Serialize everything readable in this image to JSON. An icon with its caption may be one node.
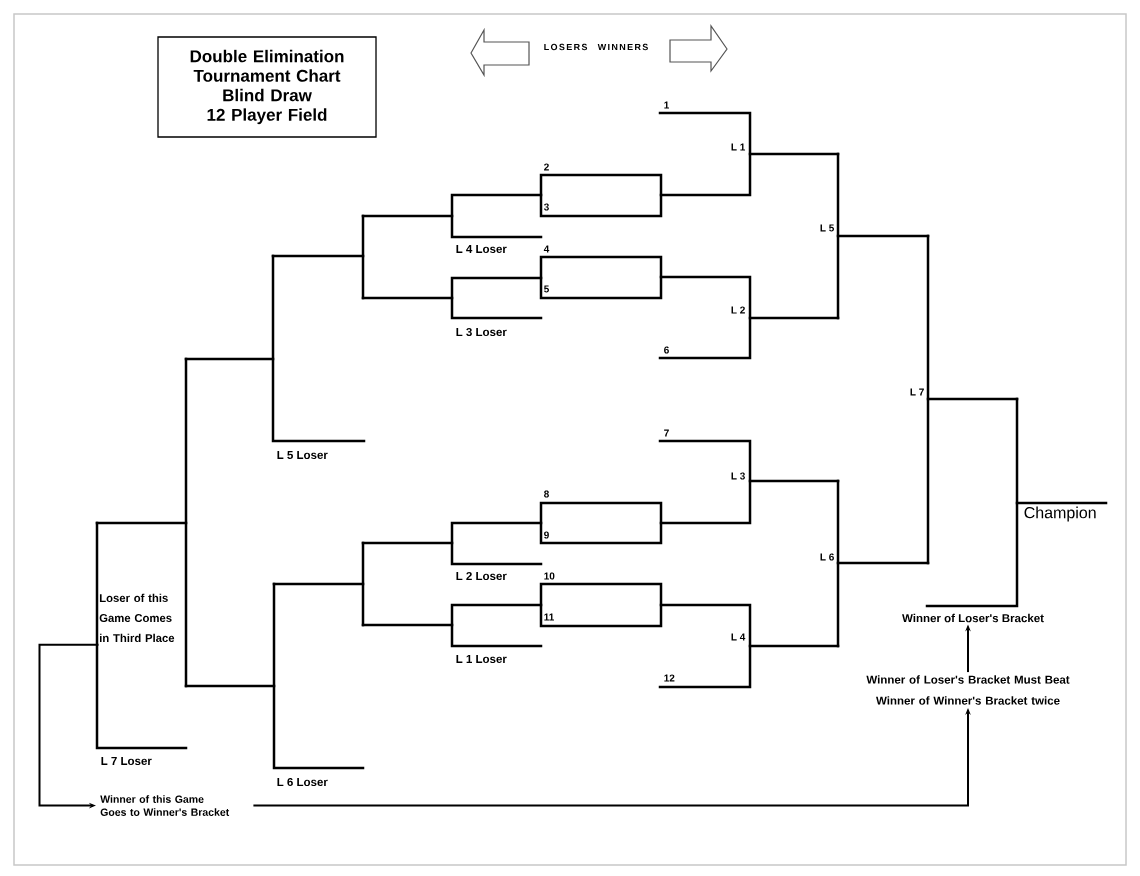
{
  "diagram": {
    "nodes": [
      {
        "text": [
          "Double Elimination Tournament Chart",
          "Blind Draw",
          "12 Player Field"
        ]
      },
      {
        "text": [
          "Loser of this Game Comes in Third Place"
        ]
      },
      {
        "text": [
          "Winner of Loser's Bracket"
        ]
      },
      {
        "text": [
          "Winner of Loser's Bracket Must Beat Winner of Winner's Bracket twice"
        ]
      },
      {
        "text": [
          "Winner of this Game Goes to Winner's Bracket"
        ]
      }
    ],
    "edges": [
      {
        "from": 1,
        "to": 4,
        "arrow": "to"
      },
      {
        "from": 4,
        "to": 3,
        "arrow": "to"
      },
      {
        "from": 3,
        "to": 2,
        "arrow": "to"
      }
    ],
    "labels": [
      "LOSERS",
      "WINNERS",
      "1",
      "L 1",
      "2",
      "3",
      "L 5",
      "L 4 Loser",
      "4",
      "5",
      "L 2",
      "L 3 Loser",
      "6",
      "L 7",
      "7",
      "L 5 Loser",
      "L 3",
      "8",
      "Champion",
      "9",
      "L 6",
      "L 2 Loser",
      "10",
      "11",
      "L 4",
      "L 1 Loser",
      "12",
      "L 7 Loser",
      "L 6 Loser"
    ]
  }
}
